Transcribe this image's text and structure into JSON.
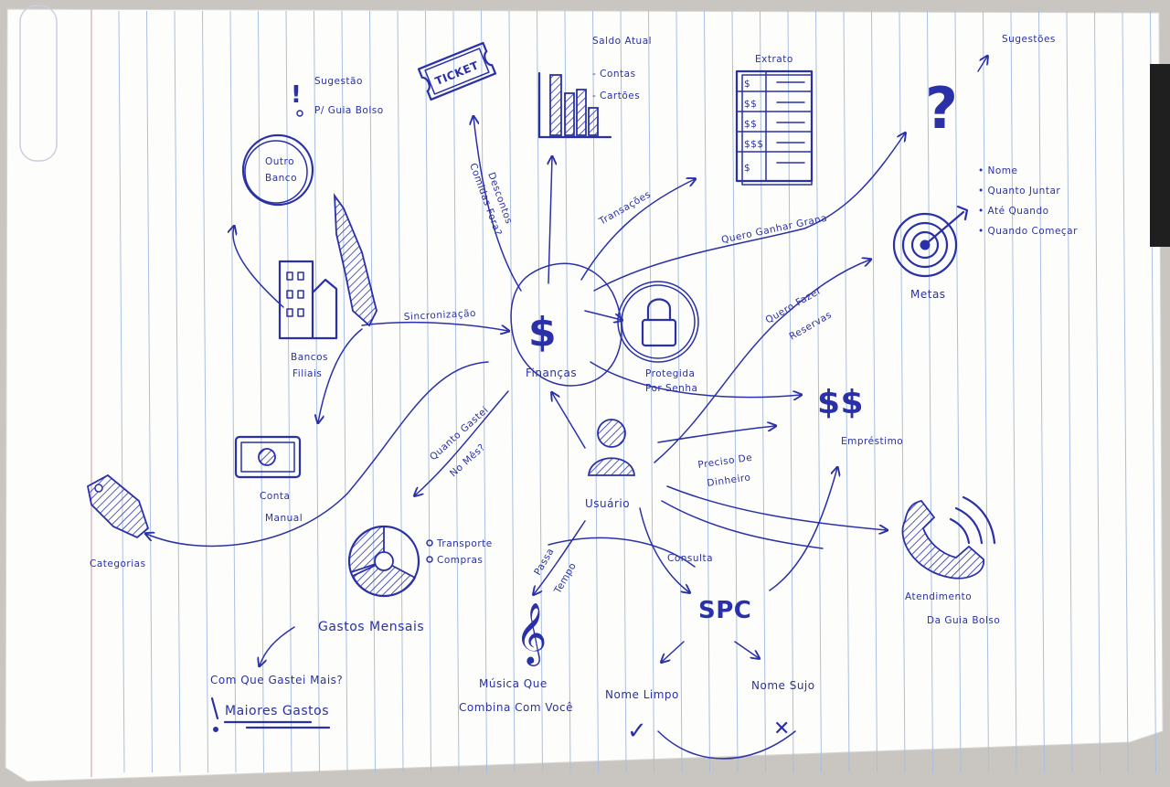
{
  "colors": {
    "ink": "#2a31a8",
    "paper": "#fdfdfb",
    "rule": "#a9bfe0",
    "margin": "#d9a7b3"
  },
  "hub": {
    "symbol": "$",
    "label": "Finanças"
  },
  "user": {
    "label": "Usuário"
  },
  "lock": {
    "label_1": "Protegida",
    "label_2": "Por Senha"
  },
  "saldo": {
    "title": "Saldo Atual",
    "items": [
      "- Contas",
      "- Cartões"
    ]
  },
  "extrato": {
    "title": "Extrato",
    "rows": [
      "$",
      "$$",
      "$$",
      "$$$",
      "$"
    ]
  },
  "sugestoes": {
    "title": "Sugestões",
    "symbol": "?"
  },
  "metas": {
    "title": "Metas",
    "items": [
      "• Nome",
      "• Quanto Juntar",
      "• Até Quando",
      "• Quando Começar"
    ]
  },
  "emprestimo": {
    "symbol": "$$",
    "label": "Empréstimo"
  },
  "atendimento": {
    "label_1": "Atendimento",
    "label_2": "Da Guia Bolso"
  },
  "spc": {
    "symbol": "SPC",
    "nome_limpo": "Nome Limpo",
    "nome_sujo": "Nome Sujo",
    "check": "✓",
    "cross": "✕"
  },
  "musica": {
    "label_1": "Música Que",
    "label_2": "Combina Com Você",
    "symbol": "𝄞"
  },
  "gastos": {
    "title": "Gastos Mensais",
    "legend": [
      "Transporte",
      "Compras"
    ],
    "question": "Com Que Gastei Mais?",
    "majores": "Maiores Gastos"
  },
  "categorias": {
    "label": "Categorias"
  },
  "carteira": {
    "label_1": "Conta",
    "label_2": "Manual"
  },
  "bancos": {
    "label_1": "Bancos",
    "label_2": "Filiais"
  },
  "outro_banco": {
    "label_1": "Outro",
    "label_2": "Banco"
  },
  "sugestao_bolso": {
    "title": "Sugestão",
    "subtitle": "P/ Guia Bolso",
    "mark": "!"
  },
  "ticket": {
    "label": "TICKET"
  },
  "edges": {
    "sincronizacao": "Sincronização",
    "descontos_1": "Descontos",
    "descontos_2": "Comidas Fora?",
    "transacoes": "Transações",
    "quero_ganhar": "Quero Ganhar Grana",
    "quero_fazer_1": "Quero Fazer",
    "quero_fazer_2": "Reservas",
    "quanto_gastei_1": "Quanto Gastei",
    "quanto_gastei_2": "No Mês?",
    "preciso_1": "Preciso De",
    "preciso_2": "Dinheiro",
    "passa_tempo_1": "Passa",
    "passa_tempo_2": "Tempo",
    "consulta": "Consulta"
  }
}
